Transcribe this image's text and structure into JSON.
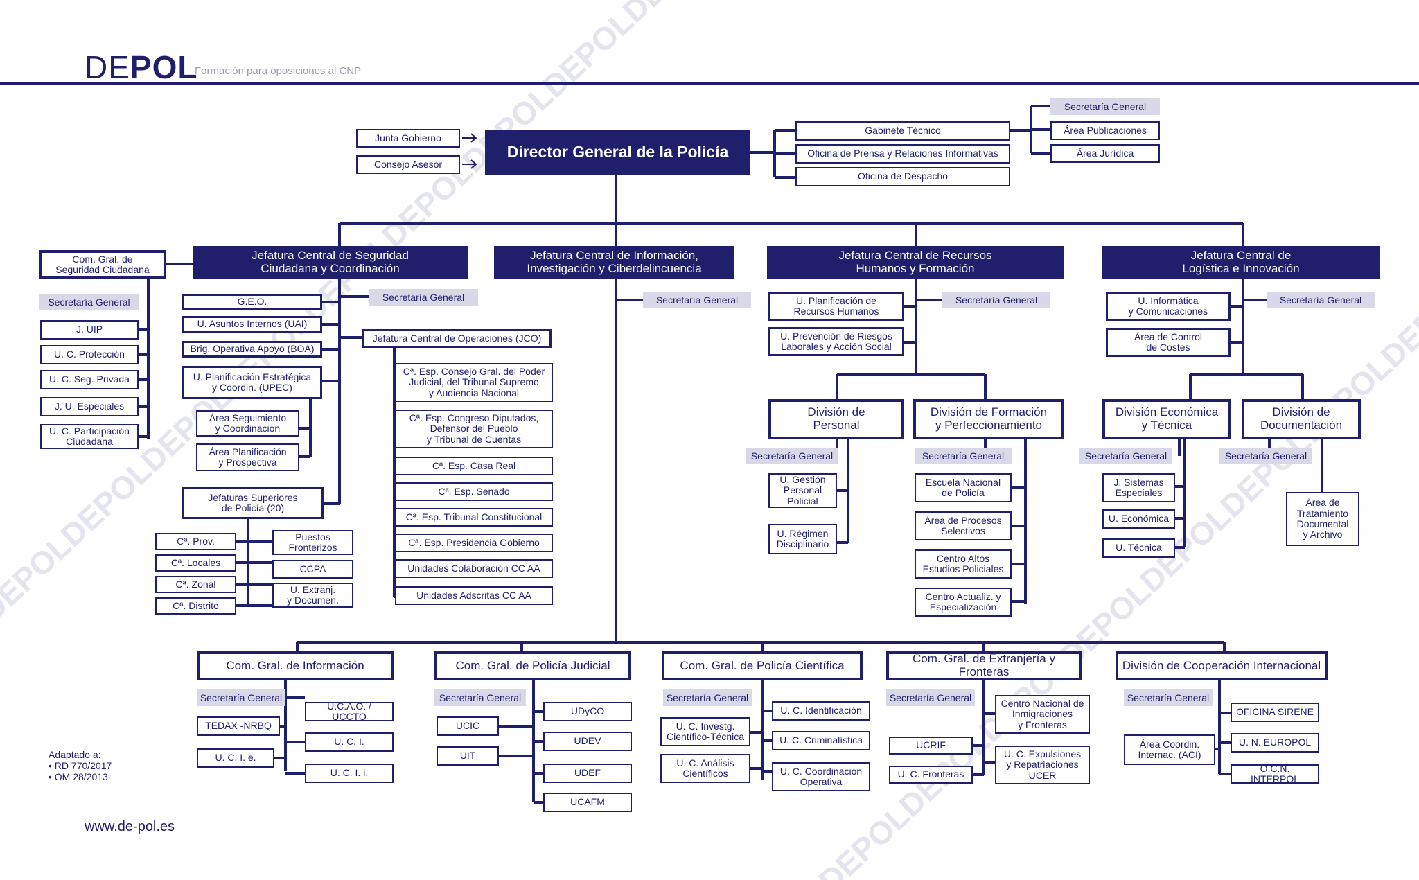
{
  "header": {
    "logo_part1": "DE",
    "logo_part2": "POL",
    "tagline": "Formación para oposiciones al CNP",
    "watermark": "DEPOL"
  },
  "colors": {
    "navy": "#1f1f6b",
    "accent": "#f0a81e",
    "secretaria_bg": "#d8d8e8"
  },
  "director": {
    "title": "Director General de la Policía",
    "advisors": [
      "Junta  Gobierno",
      "Consejo Asesor"
    ],
    "offices": [
      "Gabinete Técnico",
      "Oficina de Prensa y Relaciones Informativas",
      "Oficina de Despacho"
    ],
    "gabinete_units": [
      "Secretaría General",
      "Área Publicaciones",
      "Área Jurídica"
    ]
  },
  "seguridad": {
    "title": "Jefatura Central de Seguridad\nCiudadana y Coordinación",
    "com_gral": "Com. Gral. de\nSeguridad Ciudadana",
    "com_gral_units": [
      "Secretaría General",
      "J. UIP",
      "U. C. Protección",
      "U. C. Seg. Privada",
      "J. U. Especiales",
      "U. C. Participación\nCiudadana"
    ],
    "secretaria": "Secretaría General",
    "units": [
      "G.E.O.",
      "U. Asuntos Internos (UAI)",
      "Brig. Operativa Apoyo (BOA)",
      "U. Planificación Estratégica\ny Coordin.  (UPEC)"
    ],
    "upec_areas": [
      "Área Seguimiento\ny Coordinación",
      "Área Planificación\ny Prospectiva"
    ],
    "jefaturas_sup": "Jefaturas Superiores\nde Policía (20)",
    "comisarias": [
      "Cª. Prov.",
      "Cª. Locales",
      "Cª. Zonal",
      "Cª. Distrito"
    ],
    "otros": [
      "Puestos\nFronterizos",
      "CCPA",
      "U. Extranj.\ny Documen."
    ],
    "jco": "Jefatura Central de Operaciones (JCO)",
    "jco_units": [
      "Cª. Esp. Consejo Gral. del Poder\nJudicial, del Tribunal Supremo\ny Audiencia Nacional",
      "Cª. Esp. Congreso Diputados,\nDefensor del Pueblo\ny Tribunal de Cuentas",
      "Cª. Esp. Casa Real",
      "Cª. Esp. Senado",
      "Cª. Esp. Tribunal Constitucional",
      "Cª. Esp. Presidencia Gobierno",
      "Unidades Colaboración CC AA",
      "Unidades Adscritas CC AA"
    ]
  },
  "informacion": {
    "title": "Jefatura Central de Información,\nInvestigación y Ciberdelincuencia",
    "secretaria": "Secretaría General"
  },
  "rrhh": {
    "title": "Jefatura Central de Recursos\nHumanos y Formación",
    "secretaria": "Secretaría General",
    "units": [
      "U. Planificación de\nRecursos Humanos",
      "U. Prevención de Riesgos\nLaborales y Acción Social"
    ],
    "div_personal": "División de\nPersonal",
    "div_personal_sec": "Secretaría General",
    "div_personal_units": [
      "U. Gestión\nPersonal\nPolicial",
      "U. Régimen\nDisciplinario"
    ],
    "div_formacion": "División de Formación\ny Perfeccionamiento",
    "div_formacion_sec": "Secretaría General",
    "div_formacion_units": [
      "Escuela Nacional\nde Policía",
      "Área de Procesos\nSelectivos",
      "Centro Altos\nEstudios Policiales",
      "Centro Actualiz. y\nEspecialización"
    ]
  },
  "logistica": {
    "title": "Jefatura Central de\nLogística e Innovación",
    "secretaria": "Secretaría General",
    "units": [
      "U. Informática\ny Comunicaciones",
      "Área de Control\nde Costes"
    ],
    "div_economica": "División Económica\ny Técnica",
    "div_economica_sec": "Secretaría General",
    "div_economica_units": [
      "J. Sistemas\nEspeciales",
      "U. Económica",
      "U. Técnica"
    ],
    "div_documentacion": "División de\nDocumentación",
    "div_documentacion_sec": "Secretaría General",
    "div_documentacion_units": [
      "Área de\nTratamiento\nDocumental\ny Archivo"
    ]
  },
  "bottom": {
    "informacion": {
      "title": "Com. Gral. de Información",
      "sec": "Secretaría General",
      "left": [
        "TEDAX -NRBQ",
        "U. C. I. e."
      ],
      "right": [
        "U.C.A.O. / UCCTO",
        "U. C. I.",
        "U. C. I. i."
      ]
    },
    "judicial": {
      "title": "Com. Gral. de Policía Judicial",
      "sec": "Secretaría General",
      "left": [
        "UCIC",
        "UIT"
      ],
      "right": [
        "UDyCO",
        "UDEV",
        "UDEF",
        "UCAFM"
      ]
    },
    "cientifica": {
      "title": "Com. Gral. de Policía Científica",
      "sec": "Secretaría General",
      "left": [
        "U. C. Investg.\nCientífico-Técnica",
        "U. C. Análisis\nCientíficos"
      ],
      "right": [
        "U. C. Identificación",
        "U. C. Criminalística",
        "U. C. Coordinación\nOperativa"
      ]
    },
    "extranjeria": {
      "title": "Com. Gral. de Extranjería y Fronteras",
      "sec": "Secretaría General",
      "left": [
        "UCRIF",
        "U. C. Fronteras"
      ],
      "right": [
        "Centro Nacional de\nInmigraciones\ny Fronteras",
        "U. C. Expulsiones\ny Repatriaciones\nUCER"
      ]
    },
    "cooperacion": {
      "title": "División de Cooperación Internacional",
      "sec": "Secretaría General",
      "left": [
        "Área Coordin.\nInternac. (ACI)"
      ],
      "right": [
        "OFICINA SIRENE",
        "U. N. EUROPOL",
        "O.C.N. INTERPOL"
      ]
    }
  },
  "footer": {
    "note_title": "Adaptado a:",
    "note_items": [
      "• RD 770/2017",
      "• OM 28/2013"
    ],
    "url": "www.de-pol.es"
  }
}
